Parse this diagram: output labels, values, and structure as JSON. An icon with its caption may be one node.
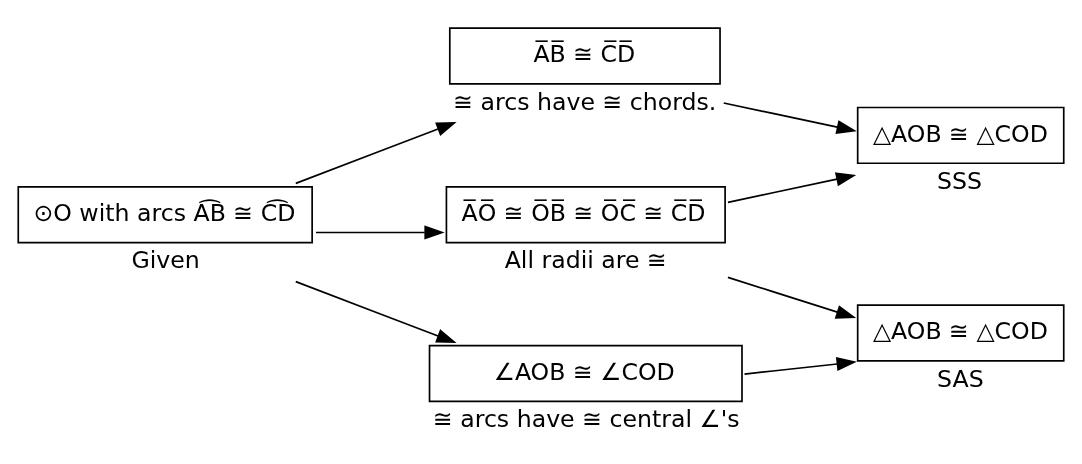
{
  "diagram": {
    "nodes": [
      {
        "text": [
          "⊙O with arcs A͡B ≅ C͡D"
        ],
        "beside": [
          "Given"
        ]
      },
      {
        "text": [
          "A̅B̅ ≅ C̅D̅"
        ],
        "beside": [
          "≅ arcs have ≅ chords."
        ]
      },
      {
        "text": [
          "△AOB ≅ △COD"
        ],
        "beside": [
          "SSS"
        ]
      },
      {
        "text": [
          "∠AOB ≅ ∠COD"
        ],
        "beside": [
          "≅ arcs have ≅ central ∠'s"
        ]
      },
      {
        "text": [
          "A̅O̅ ≅ O̅B̅ ≅ O̅C̅ ≅ C̅D̅"
        ],
        "beside": [
          "All radii are ≅"
        ]
      },
      {
        "text": [
          "△AOB ≅ △COD"
        ],
        "beside": [
          "SAS"
        ]
      }
    ],
    "edges": [
      {
        "from": 0,
        "to": 1,
        "arrow": "to"
      },
      {
        "from": 0,
        "to": 3,
        "arrow": "to"
      },
      {
        "from": 0,
        "to": 4,
        "arrow": "to"
      },
      {
        "from": 1,
        "to": 2,
        "arrow": "to"
      },
      {
        "from": 4,
        "to": 2,
        "arrow": "to"
      },
      {
        "from": 3,
        "to": 5,
        "arrow": "to"
      },
      {
        "from": 4,
        "to": 5,
        "arrow": "to"
      }
    ]
  }
}
